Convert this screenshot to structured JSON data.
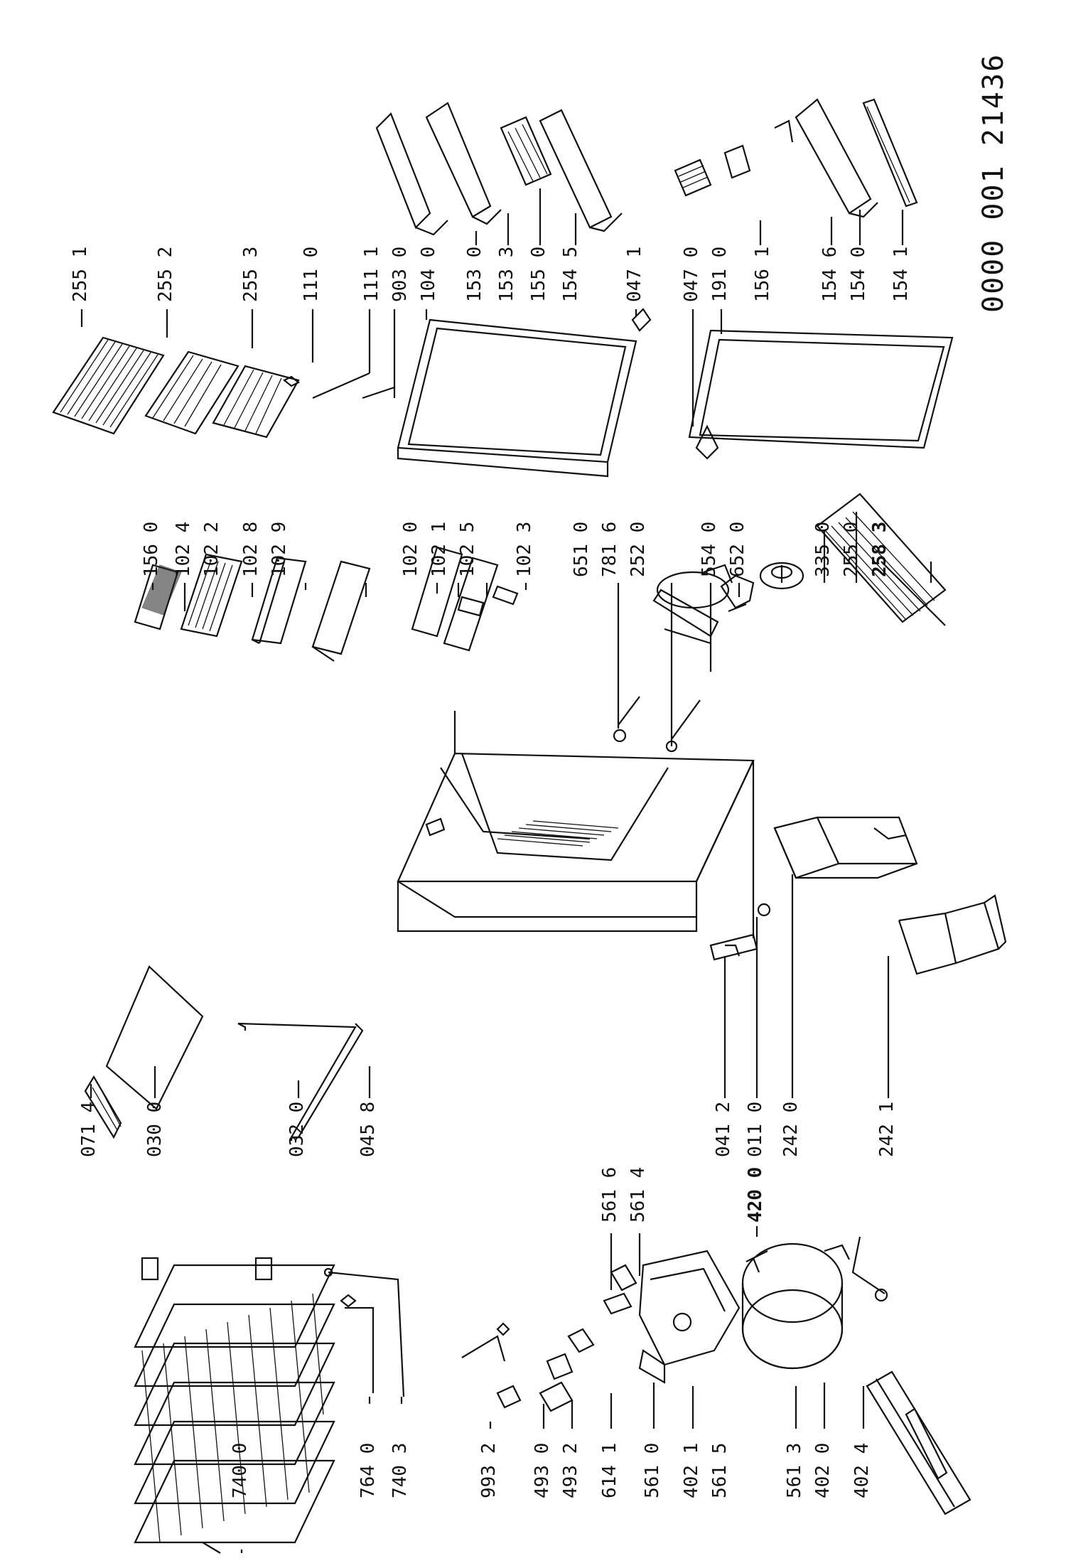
{
  "document_id": "0000 001 21436",
  "labels": {
    "l0714": "071 4",
    "l0300": "030 0",
    "l0320": "032 0",
    "l0458": "045 8",
    "l0110": "011 0",
    "l0412": "041 2",
    "l2420": "242 0",
    "l2421": "242 1",
    "l7400": "740 0",
    "l7640": "764 0",
    "l7403": "740 3",
    "l9932": "993 2",
    "l4930": "493 0",
    "l4932": "493 2",
    "l6141": "614 1",
    "l5610": "561 0",
    "l4021": "402 1",
    "l5615": "561 5",
    "l5613": "561 3",
    "l4020": "402 0",
    "l4024": "402 4",
    "l5616": "561 6",
    "l5614": "561 4",
    "l4200": "420 0",
    "l1560": "156 0",
    "l1024": "102 4",
    "l1022": "102 2",
    "l1028": "102 8",
    "l1029": "102 9",
    "l1020": "102 0",
    "l1021": "102 1",
    "l1025": "102 5",
    "l1023": "102 3",
    "l6510": "651 0",
    "l7816": "781 6",
    "l2520": "252 0",
    "l5540": "554 0",
    "l6520": "652 0",
    "l3350": "335 0",
    "l2550": "255 0",
    "l2583": "258 3",
    "l2551": "255 1",
    "l2552": "255 2",
    "l2553": "255 3",
    "l1110": "111 0",
    "l1111": "111 1",
    "l9030": "903 0",
    "l1040": "104 0",
    "l1530": "153 0",
    "l1533": "153 3",
    "l1550": "155 0",
    "l1545": "154 5",
    "l0471": "047 1",
    "l0470": "047 0",
    "l1910": "191 0",
    "l1561": "156 1",
    "l1546": "154 6",
    "l1540": "154 0",
    "l1541": "154 1"
  }
}
